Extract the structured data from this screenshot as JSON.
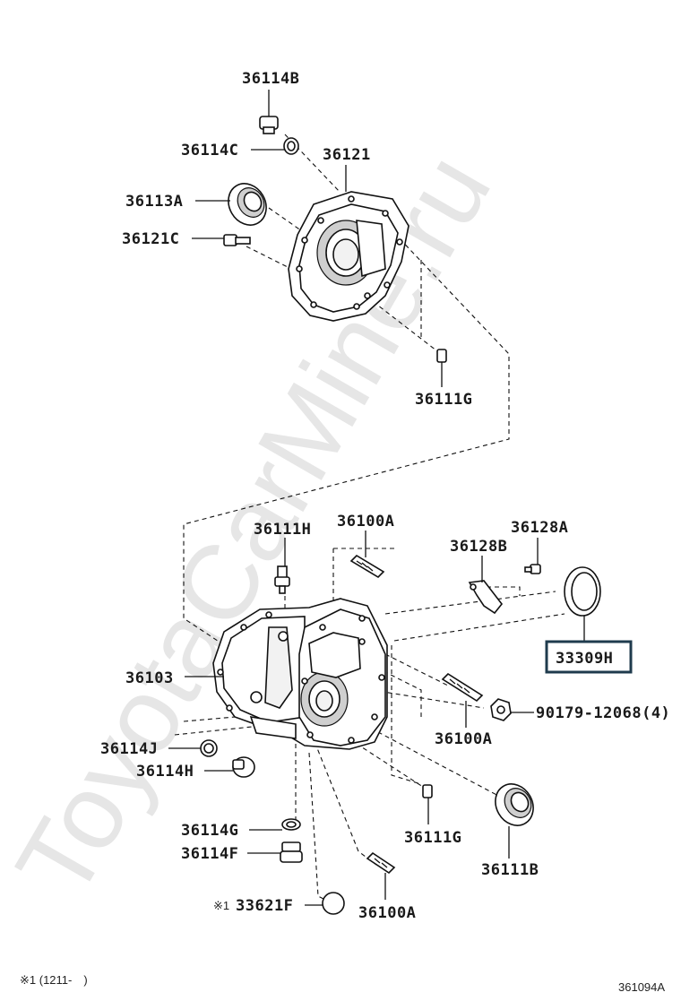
{
  "watermark": "ToyotaCarMine.ru",
  "labels": {
    "p36114B": "36114B",
    "p36114C": "36114C",
    "p36121": "36121",
    "p36113A": "36113A",
    "p36121C": "36121C",
    "p36111G_top": "36111G",
    "p36111H": "36111H",
    "p36100A_top": "36100A",
    "p36128A": "36128A",
    "p36128B": "36128B",
    "p33309H": "33309H",
    "p36103": "36103",
    "p90179": "90179-12068(4)",
    "p36100A_mid": "36100A",
    "p36114J": "36114J",
    "p36114H": "36114H",
    "p36114G": "36114G",
    "p36114F": "36114F",
    "p36111G_bot": "36111G",
    "p36111B": "36111B",
    "p33621F_mark": "※1",
    "p33621F": "33621F",
    "p36100A_bot": "36100A"
  },
  "footnote": "※1 (1211-　)",
  "diagram_id": "361094A",
  "colors": {
    "highlight_border": "#1f3b4d",
    "line": "#111111"
  }
}
